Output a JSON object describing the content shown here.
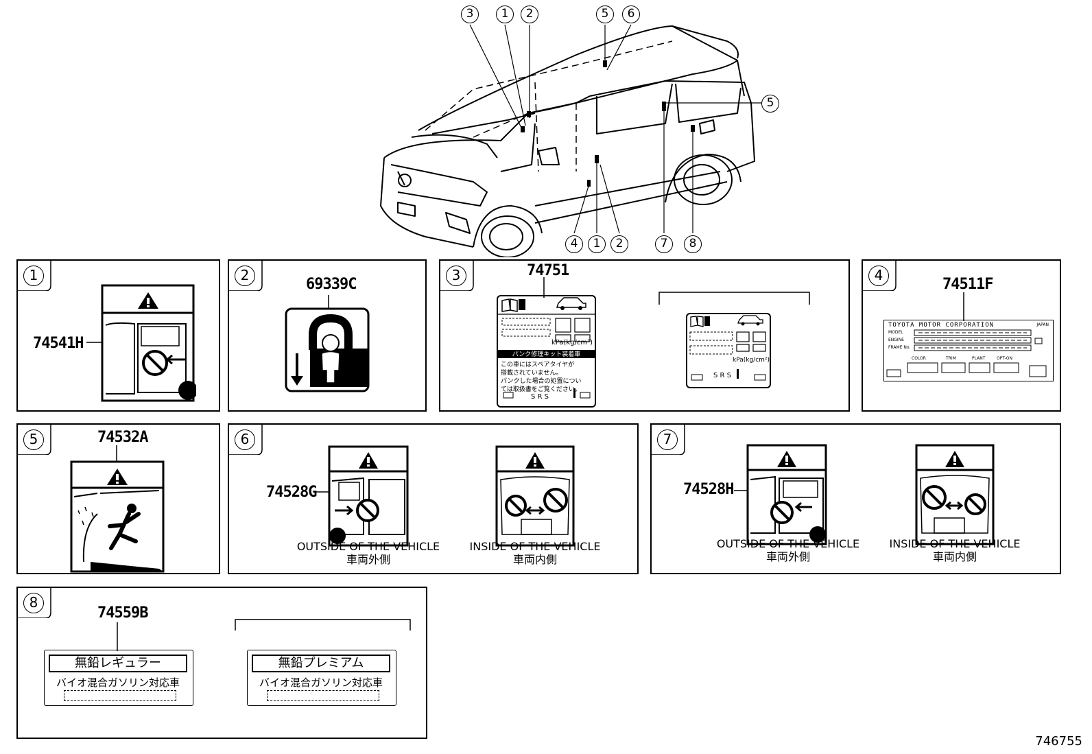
{
  "callouts": {
    "top": [
      "3",
      "1",
      "2",
      "5",
      "6"
    ],
    "right": "5",
    "bottom": [
      "4",
      "1",
      "2",
      "7",
      "8"
    ]
  },
  "panels": [
    {
      "num": "1",
      "part": "74541H"
    },
    {
      "num": "2",
      "part": "69339C"
    },
    {
      "num": "3",
      "part": "74751",
      "tire_unit": "kPa(kg/cm²)",
      "tire_unit_alt": "kPa(kg/cm²)",
      "kit_title": "パンク修理キット装着車",
      "kit_text": [
        "この車にはスペアタイヤが",
        "搭載されていません。",
        "パンクした場合の処置につい",
        "ては取扱書をご覧ください。"
      ],
      "srs": "S R S",
      "srs_alt": "S R S"
    },
    {
      "num": "4",
      "part": "74511F",
      "maker": "TOYOTA MOTOR CORPORATION",
      "country": "JAPAN",
      "rows": [
        "MODEL",
        "ENGINE",
        "FRAME No."
      ],
      "fields": [
        "COLOR",
        "TRIM",
        "PLANT",
        "OPT-ON"
      ]
    },
    {
      "num": "5",
      "part": "74532A"
    },
    {
      "num": "6",
      "part": "74528G",
      "outside_en": "OUTSIDE OF THE VEHICLE",
      "outside_jp": "車両外側",
      "inside_en": "INSIDE OF THE VEHICLE",
      "inside_jp": "車両内側"
    },
    {
      "num": "7",
      "part": "74528H",
      "outside_en": "OUTSIDE OF THE VEHICLE",
      "outside_jp": "車両外側",
      "inside_en": "INSIDE OF THE VEHICLE",
      "inside_jp": "車両内側"
    },
    {
      "num": "8",
      "part": "74559B",
      "fuel_regular": "無鉛レギュラー",
      "fuel_premium": "無鉛プレミアム",
      "bio": "バイオ混合ガソリン対応車",
      "bio_alt": "バイオ混合ガソリン対応車"
    }
  ],
  "footer": "746755"
}
